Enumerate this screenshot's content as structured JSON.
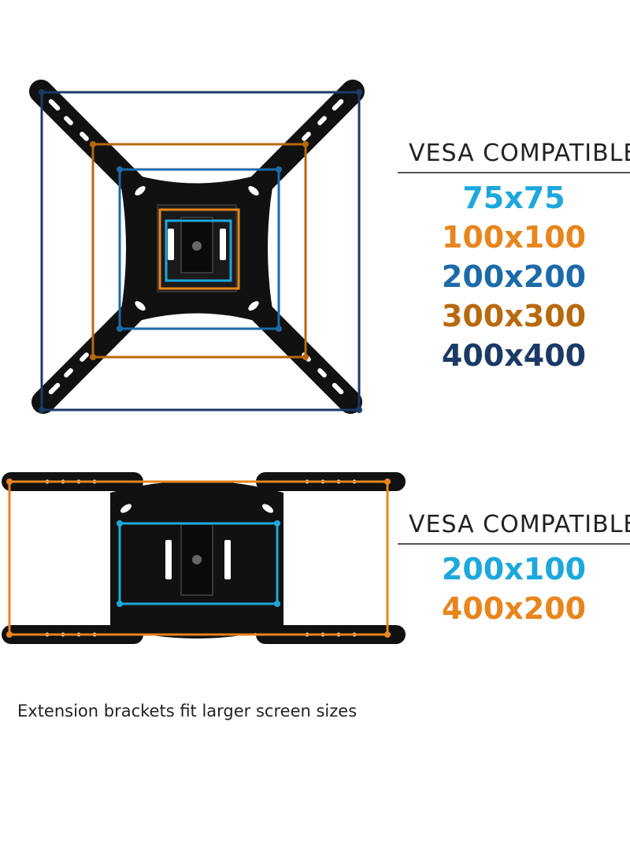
{
  "top_section": {
    "title": "VESA COMPATIBLE",
    "sizes": [
      {
        "label": "75x75",
        "color": "#1da8dc"
      },
      {
        "label": "100x100",
        "color": "#e8851c"
      },
      {
        "label": "200x200",
        "color": "#1d6aa8"
      },
      {
        "label": "300x300",
        "color": "#b8680d"
      },
      {
        "label": "400x400",
        "color": "#1c3a66"
      }
    ]
  },
  "bottom_section": {
    "title": "VESA COMPATIBLE",
    "sizes": [
      {
        "label": "200x100",
        "color": "#1da8dc"
      },
      {
        "label": "400x200",
        "color": "#e8851c"
      }
    ]
  },
  "caption": "Extension brackets fit larger screen sizes",
  "colors": {
    "bracket": "#111111",
    "hole": "#ffffff"
  }
}
